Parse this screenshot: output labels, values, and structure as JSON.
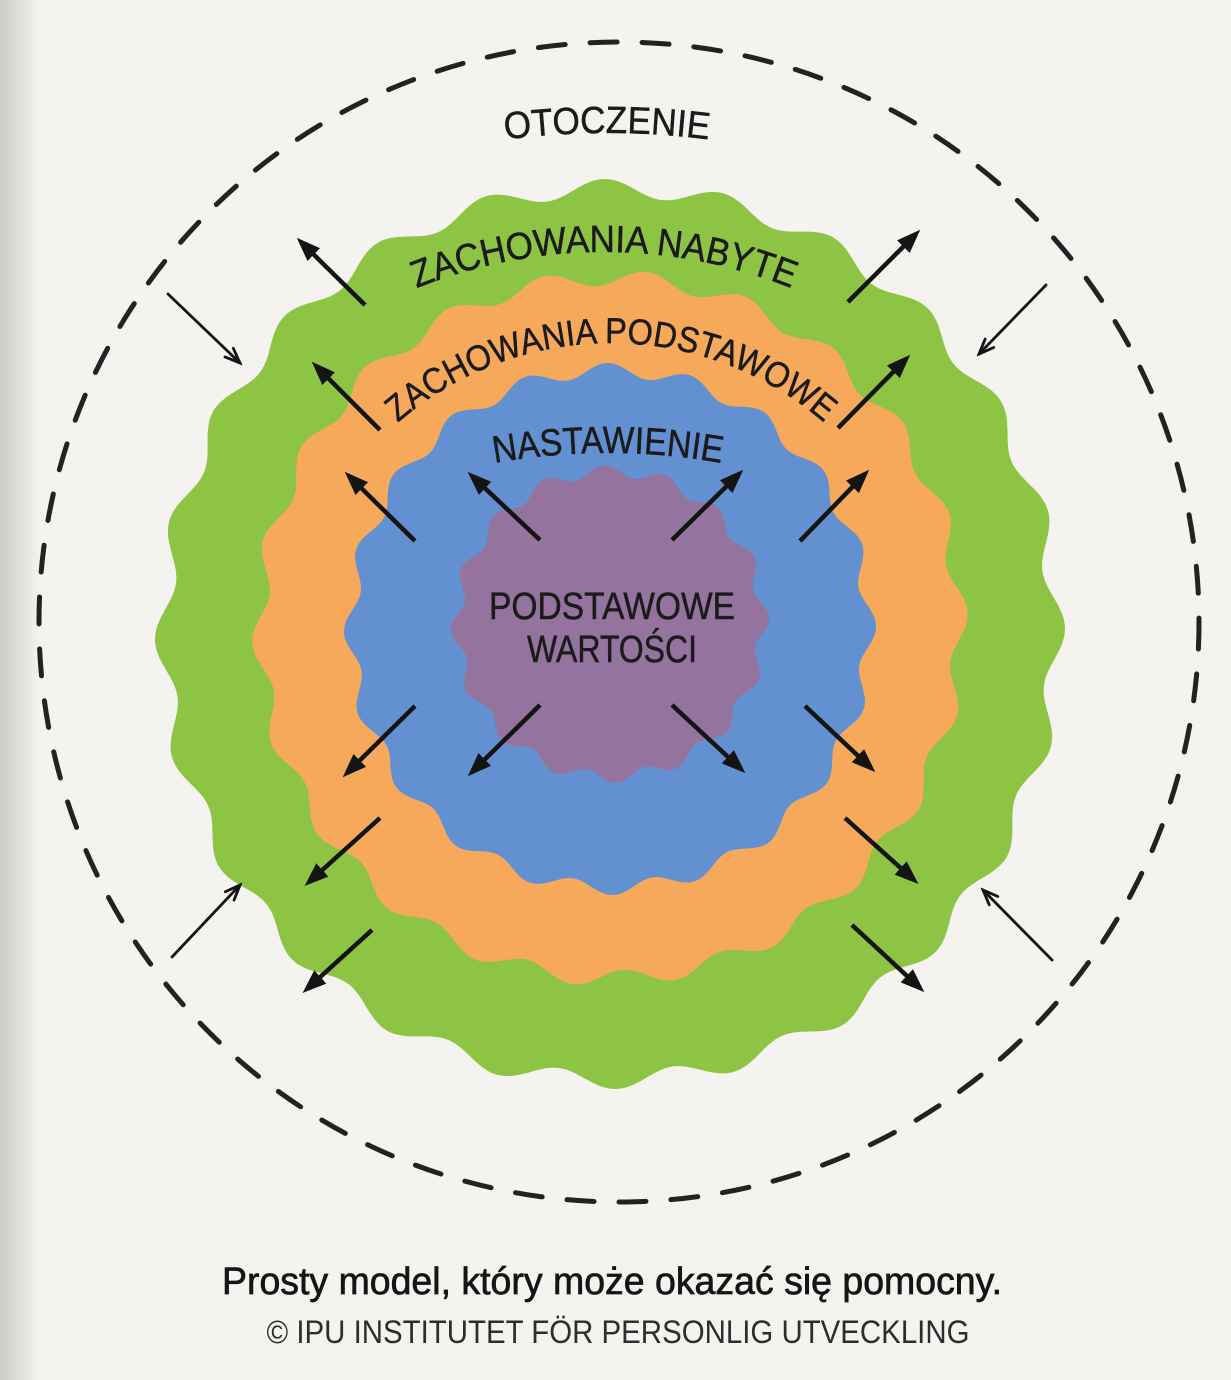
{
  "diagram": {
    "environment": {
      "label": "OTOCZENIE"
    },
    "layers": [
      {
        "label": "ZACHOWANIA NABYTE",
        "color": "#8dc444"
      },
      {
        "label": "ZACHOWANIA PODSTAWOWE",
        "color": "#f6a95b"
      },
      {
        "label": "NASTAWIENIE",
        "color": "#6390d0"
      },
      {
        "label_lines": [
          "PODSTAWOWE",
          "WARTOŚCI"
        ],
        "color": "#94749e"
      }
    ]
  },
  "caption": {
    "title": "Prosty model, który może okazać się pomocny.",
    "copyright": "© IPU INSTITUTET FÖR PERSONLIG UTVECKLING"
  },
  "colors": {
    "background": "#f4f3ef",
    "arrows": "#141414",
    "boundary": "#222222",
    "text": "#1b1b1b"
  }
}
